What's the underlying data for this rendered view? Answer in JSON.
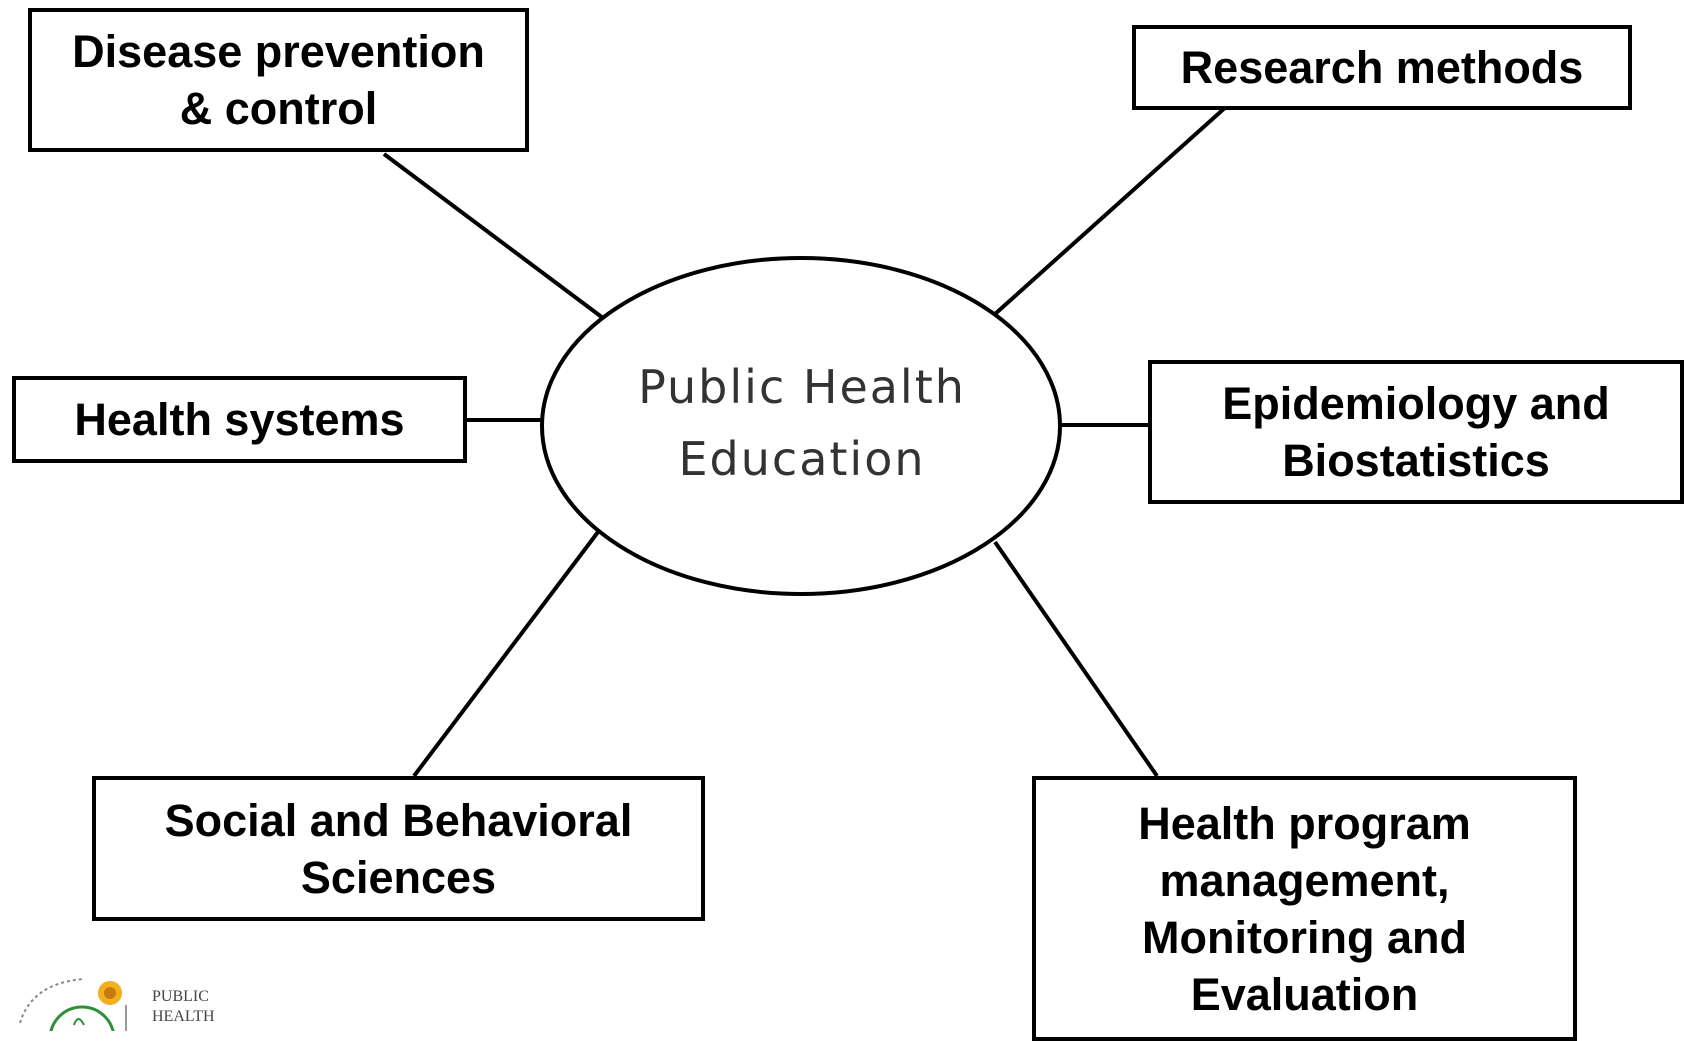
{
  "diagram": {
    "center": {
      "line1": "Public Health",
      "line2": "Education"
    },
    "topics": {
      "disease_prevention": {
        "line1": "Disease prevention",
        "line2": "& control"
      },
      "research_methods": {
        "line1": "Research methods"
      },
      "health_systems": {
        "line1": "Health systems"
      },
      "epidemiology": {
        "line1": "Epidemiology and",
        "line2": "Biostatistics"
      },
      "social_behavioral": {
        "line1": "Social and Behavioral",
        "line2": "Sciences"
      },
      "health_program": {
        "line1": "Health program",
        "line2": "management,",
        "line3": "Monitoring and",
        "line4": "Evaluation"
      }
    }
  },
  "logo": {
    "line1": "PUBLIC",
    "line2": "HEALTH",
    "colors": {
      "sun": "#f2b01e",
      "ring": "#2f8f3a",
      "text": "#444444"
    }
  }
}
